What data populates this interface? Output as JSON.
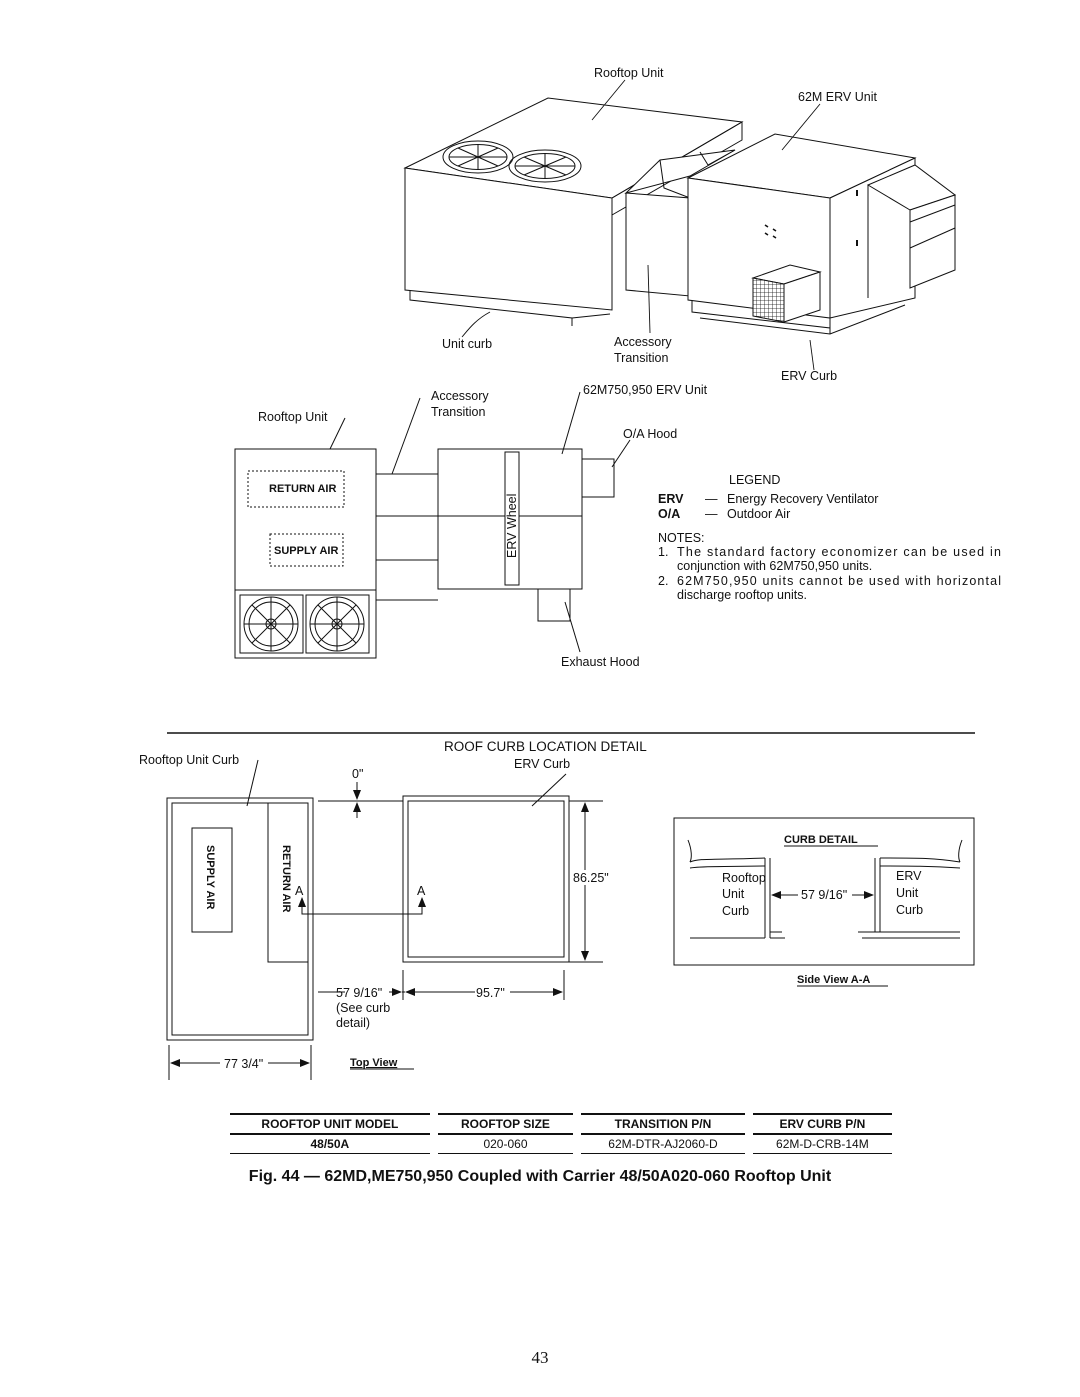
{
  "top_figure": {
    "labels": {
      "rooftop_unit": "Rooftop Unit",
      "erv_unit": "62M ERV Unit",
      "unit_curb": "Unit curb",
      "accessory_transition_line1": "Accessory",
      "accessory_transition_line2": "Transition",
      "erv_curb": "ERV Curb"
    }
  },
  "plan_figure": {
    "labels": {
      "accessory_line1": "Accessory",
      "accessory_line2": "Transition",
      "erv_unit": "62M750,950 ERV Unit",
      "rooftop_unit": "Rooftop Unit",
      "oa_hood": "O/A Hood",
      "return_air": "RETURN AIR",
      "supply_air": "SUPPLY AIR",
      "erv_wheel": "ERV Wheel",
      "exhaust_hood": "Exhaust Hood"
    }
  },
  "legend": {
    "title": "LEGEND",
    "items": [
      {
        "abbr": "ERV",
        "dash": "—",
        "text": "Energy Recovery Ventilator"
      },
      {
        "abbr": "O/A",
        "dash": "—",
        "text": "Outdoor Air"
      }
    ]
  },
  "notes": {
    "title": "NOTES:",
    "items": [
      {
        "num": "1.",
        "line1": "The standard factory economizer can be used in",
        "line2": "conjunction with 62M750,950 units."
      },
      {
        "num": "2.",
        "line1": "62M750,950 units cannot be used with horizontal",
        "line2": "discharge rooftop units."
      }
    ]
  },
  "curb_detail": {
    "section_title": "ROOF CURB LOCATION DETAIL",
    "rooftop_unit_curb": "Rooftop Unit Curb",
    "erv_curb": "ERV Curb",
    "dim_zero": "0\"",
    "supply_air": "SUPPLY AIR",
    "return_air": "RETURN AIR",
    "section_a": "A",
    "dim_86": "86.25\"",
    "dim_57": "57 9/16\"",
    "see_curb_1": "(See curb",
    "see_curb_2": "detail)",
    "dim_95": "95.7\"",
    "dim_77": "77 3/4\"",
    "top_view": "Top View",
    "box_title": "CURB DETAIL",
    "rooftop_l1": "Rooftop",
    "rooftop_l2": "Unit",
    "rooftop_l3": "Curb",
    "erv_l1": "ERV",
    "erv_l2": "Unit",
    "erv_l3": "Curb",
    "box_dim": "57 9/16\"",
    "side_view": "Side View A-A"
  },
  "part_table": {
    "headers": [
      "ROOFTOP UNIT MODEL",
      "ROOFTOP SIZE",
      "TRANSITION P/N",
      "ERV CURB P/N"
    ],
    "row": [
      "48/50A",
      "020-060",
      "62M-DTR-AJ2060-D",
      "62M-D-CRB-14M"
    ]
  },
  "caption": "Fig. 44 — 62MD,ME750,950 Coupled with Carrier 48/50A020-060 Rooftop Unit",
  "page_number": "43"
}
